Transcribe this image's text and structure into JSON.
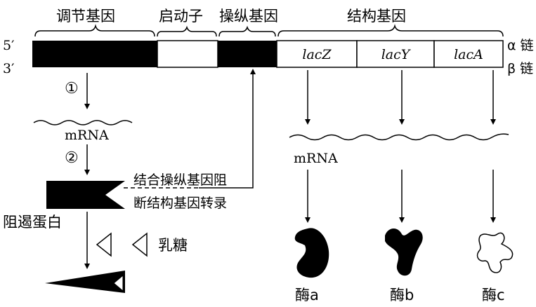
{
  "region_labels": {
    "regulatory_gene": "调节基因",
    "promoter": "启动子",
    "operator_gene": "操纵基因",
    "structural_genes": "结构基因"
  },
  "strand_labels": {
    "five_prime": "5′",
    "three_prime": "3′",
    "alpha_chain": "α 链",
    "beta_chain": "β 链"
  },
  "genes": {
    "lacz": "lacZ",
    "lacy": "lacY",
    "laca": "lacA"
  },
  "steps": {
    "step1": "①",
    "step2": "②"
  },
  "mrna": {
    "left": "mRNA",
    "right": "mRNA"
  },
  "repressor_label": "阻遏蛋白",
  "binding_note": {
    "line1": "结合操纵基因阻",
    "line2": "断结构基因转录"
  },
  "lactose_label": "乳糖",
  "enzymes": {
    "a": "酶a",
    "b": "酶b",
    "c": "酶c"
  }
}
